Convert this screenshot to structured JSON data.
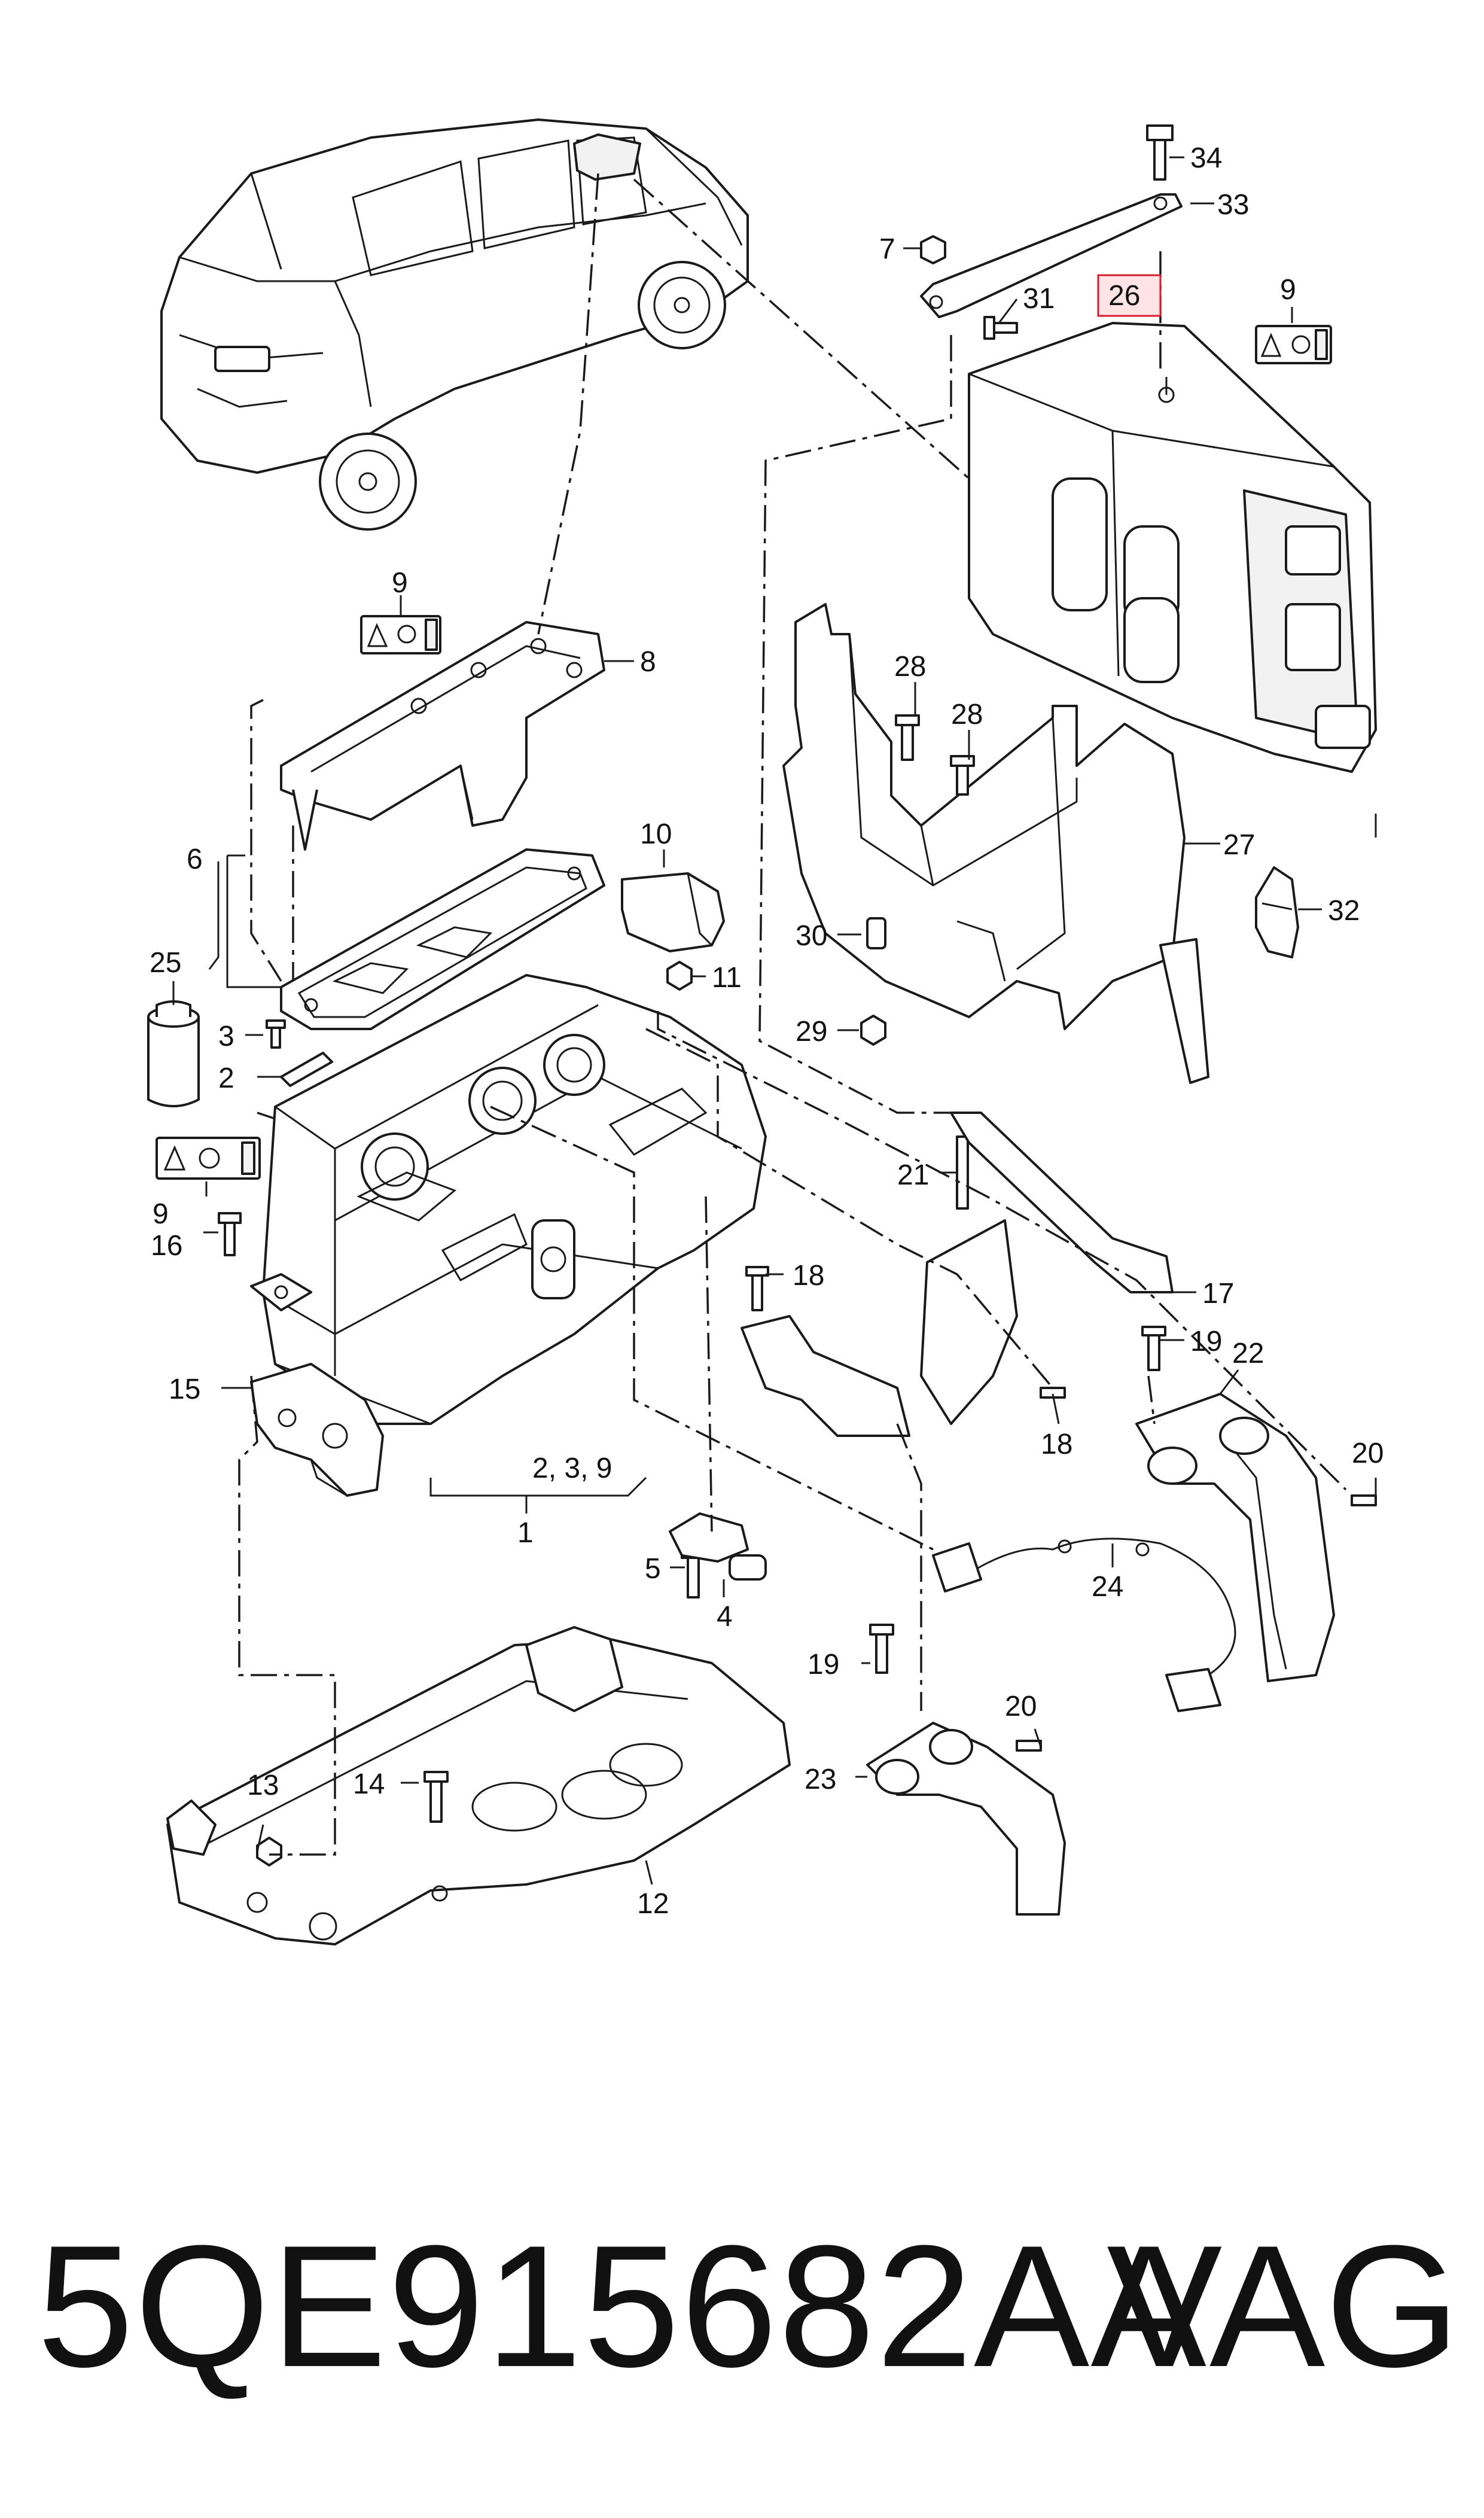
{
  "diagram": {
    "highlight_color": "#d81b2c",
    "highlighted_callout": "26",
    "callouts": {
      "c1": "1",
      "c2": "2",
      "c3": "3",
      "c4": "4",
      "c5": "5",
      "c6": "6",
      "c7": "7",
      "c8": "8",
      "c9a": "9",
      "c9b": "9",
      "c9c": "9",
      "c10": "10",
      "c11": "11",
      "c12": "12",
      "c13": "13",
      "c14": "14",
      "c15": "15",
      "c16": "16",
      "c17": "17",
      "c18a": "18",
      "c18b": "18",
      "c19a": "19",
      "c19b": "19",
      "c20a": "20",
      "c20b": "20",
      "c21": "21",
      "c22": "22",
      "c23": "23",
      "c24": "24",
      "c25": "25",
      "c26": "26",
      "c27": "27",
      "c28a": "28",
      "c28b": "28",
      "c29": "29",
      "c30": "30",
      "c31": "31",
      "c32": "32",
      "c33": "33",
      "c34": "34",
      "c239": "2, 3, 9"
    }
  },
  "footer": {
    "part_number": "5QE915682AA",
    "brand": "VAG"
  }
}
